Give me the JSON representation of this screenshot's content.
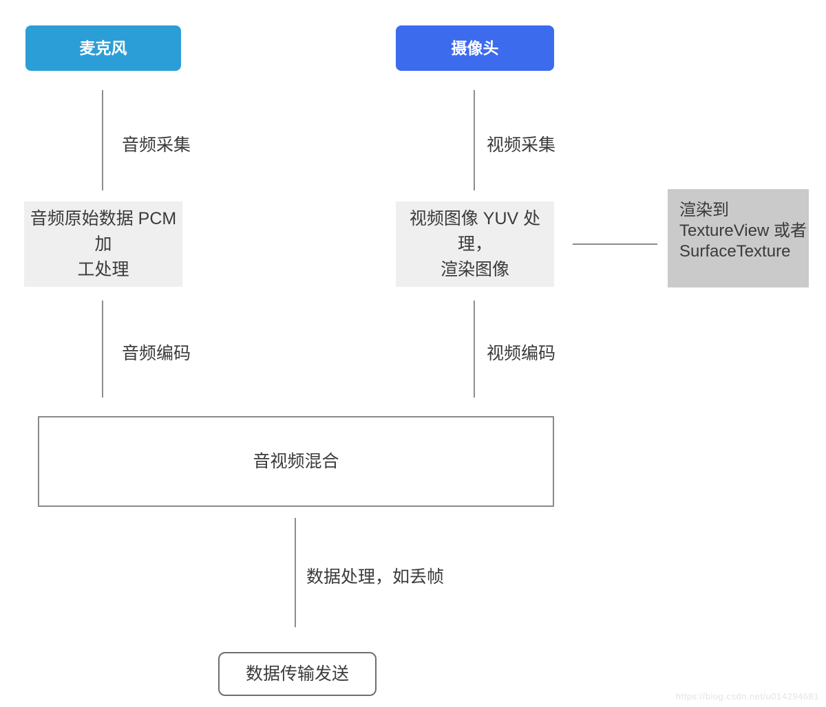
{
  "nodes": {
    "mic": "麦克风",
    "camera": "摄像头",
    "pcm": {
      "line1": "音频原始数据 PCM 加",
      "line2": "工处理"
    },
    "yuv": {
      "line1": "视频图像 YUV 处理，",
      "line2": "渲染图像"
    },
    "render": {
      "line1": "渲染到",
      "line2": "TextureView 或者",
      "line3": "SurfaceTexture"
    },
    "mix": "音视频混合",
    "send": "数据传输发送"
  },
  "edges": {
    "audio_capture": "音频采集",
    "video_capture": "视频采集",
    "audio_encode": "音频编码",
    "video_encode": "视频编码",
    "data_process": "数据处理，如丢帧"
  },
  "watermark": "https://blog.csdn.net/u014294681",
  "colors": {
    "mic_bg": "#2B9ED8",
    "camera_bg": "#3C6BEE",
    "light_box_bg": "#EFEFEF",
    "gray_box_bg": "#CACACA",
    "line": "#8C8C8C",
    "text": "#3A3A3A",
    "border": "#8A8A8A",
    "watermark": "#E4E4E4"
  }
}
